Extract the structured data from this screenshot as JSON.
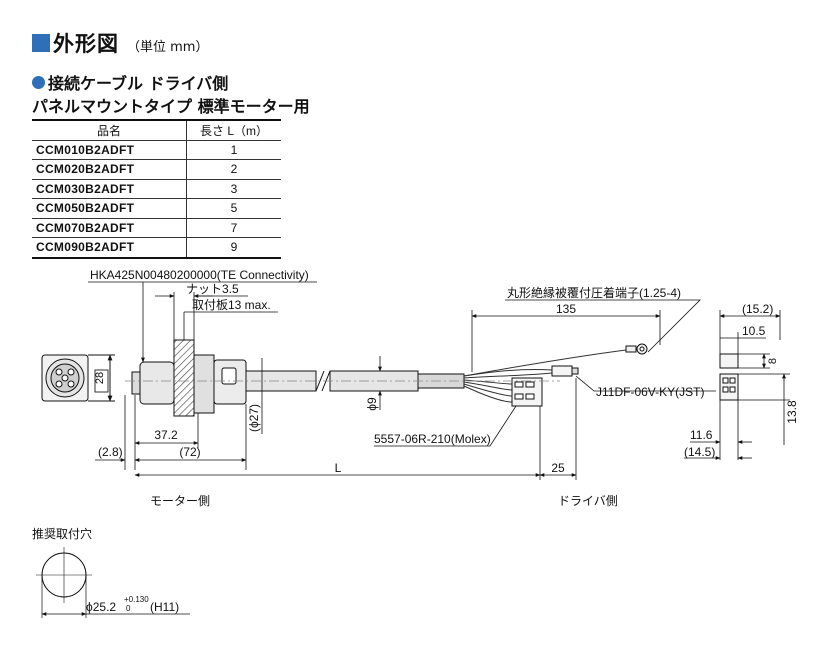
{
  "header": {
    "title": "外形図",
    "unit": "（単位 mm）",
    "accent_color": "#2f6fb8"
  },
  "section": {
    "subtitle1": "接続ケーブル ドライバ側",
    "subtitle2": "パネルマウントタイプ 標準モーター用"
  },
  "table": {
    "headers": [
      "品名",
      "長さ L（m）"
    ],
    "rows": [
      {
        "name": "CCM010B2ADFT",
        "length": "1"
      },
      {
        "name": "CCM020B2ADFT",
        "length": "2"
      },
      {
        "name": "CCM030B2ADFT",
        "length": "3"
      },
      {
        "name": "CCM050B2ADFT",
        "length": "5"
      },
      {
        "name": "CCM070B2ADFT",
        "length": "7"
      },
      {
        "name": "CCM090B2ADFT",
        "length": "9"
      }
    ]
  },
  "diagram": {
    "connector_part": "HKA425N00480200000(TE Connectivity)",
    "nut": "ナット3.5",
    "mounting_plate": "取付板13 max.",
    "terminal": "丸形絶縁被覆付圧着端子(1.25-4)",
    "dim_135": "135",
    "dim_152": "(15.2)",
    "dim_105": "10.5",
    "dim_8": "8",
    "dim_138": "13.8",
    "dim_116": "11.6",
    "dim_145": "(14.5)",
    "dim_28": "28",
    "dim_phi27": "(ϕ27)",
    "dim_phi9": "ϕ9",
    "dim_372": "37.2",
    "dim_28p": "(2.8)",
    "dim_72": "(72)",
    "dim_L": "L",
    "dim_25": "25",
    "driver_connector_jst": "J11DF-06V-KY(JST)",
    "driver_connector_molex": "5557-06R-210(Molex)",
    "motor_side": "モーター側",
    "driver_side": "ドライバ側",
    "hole_title": "推奨取付穴",
    "hole_dim_base": "ϕ25.2",
    "hole_tol_upper": "+0.130",
    "hole_tol_lower": "0",
    "hole_fit": "(H11)"
  }
}
